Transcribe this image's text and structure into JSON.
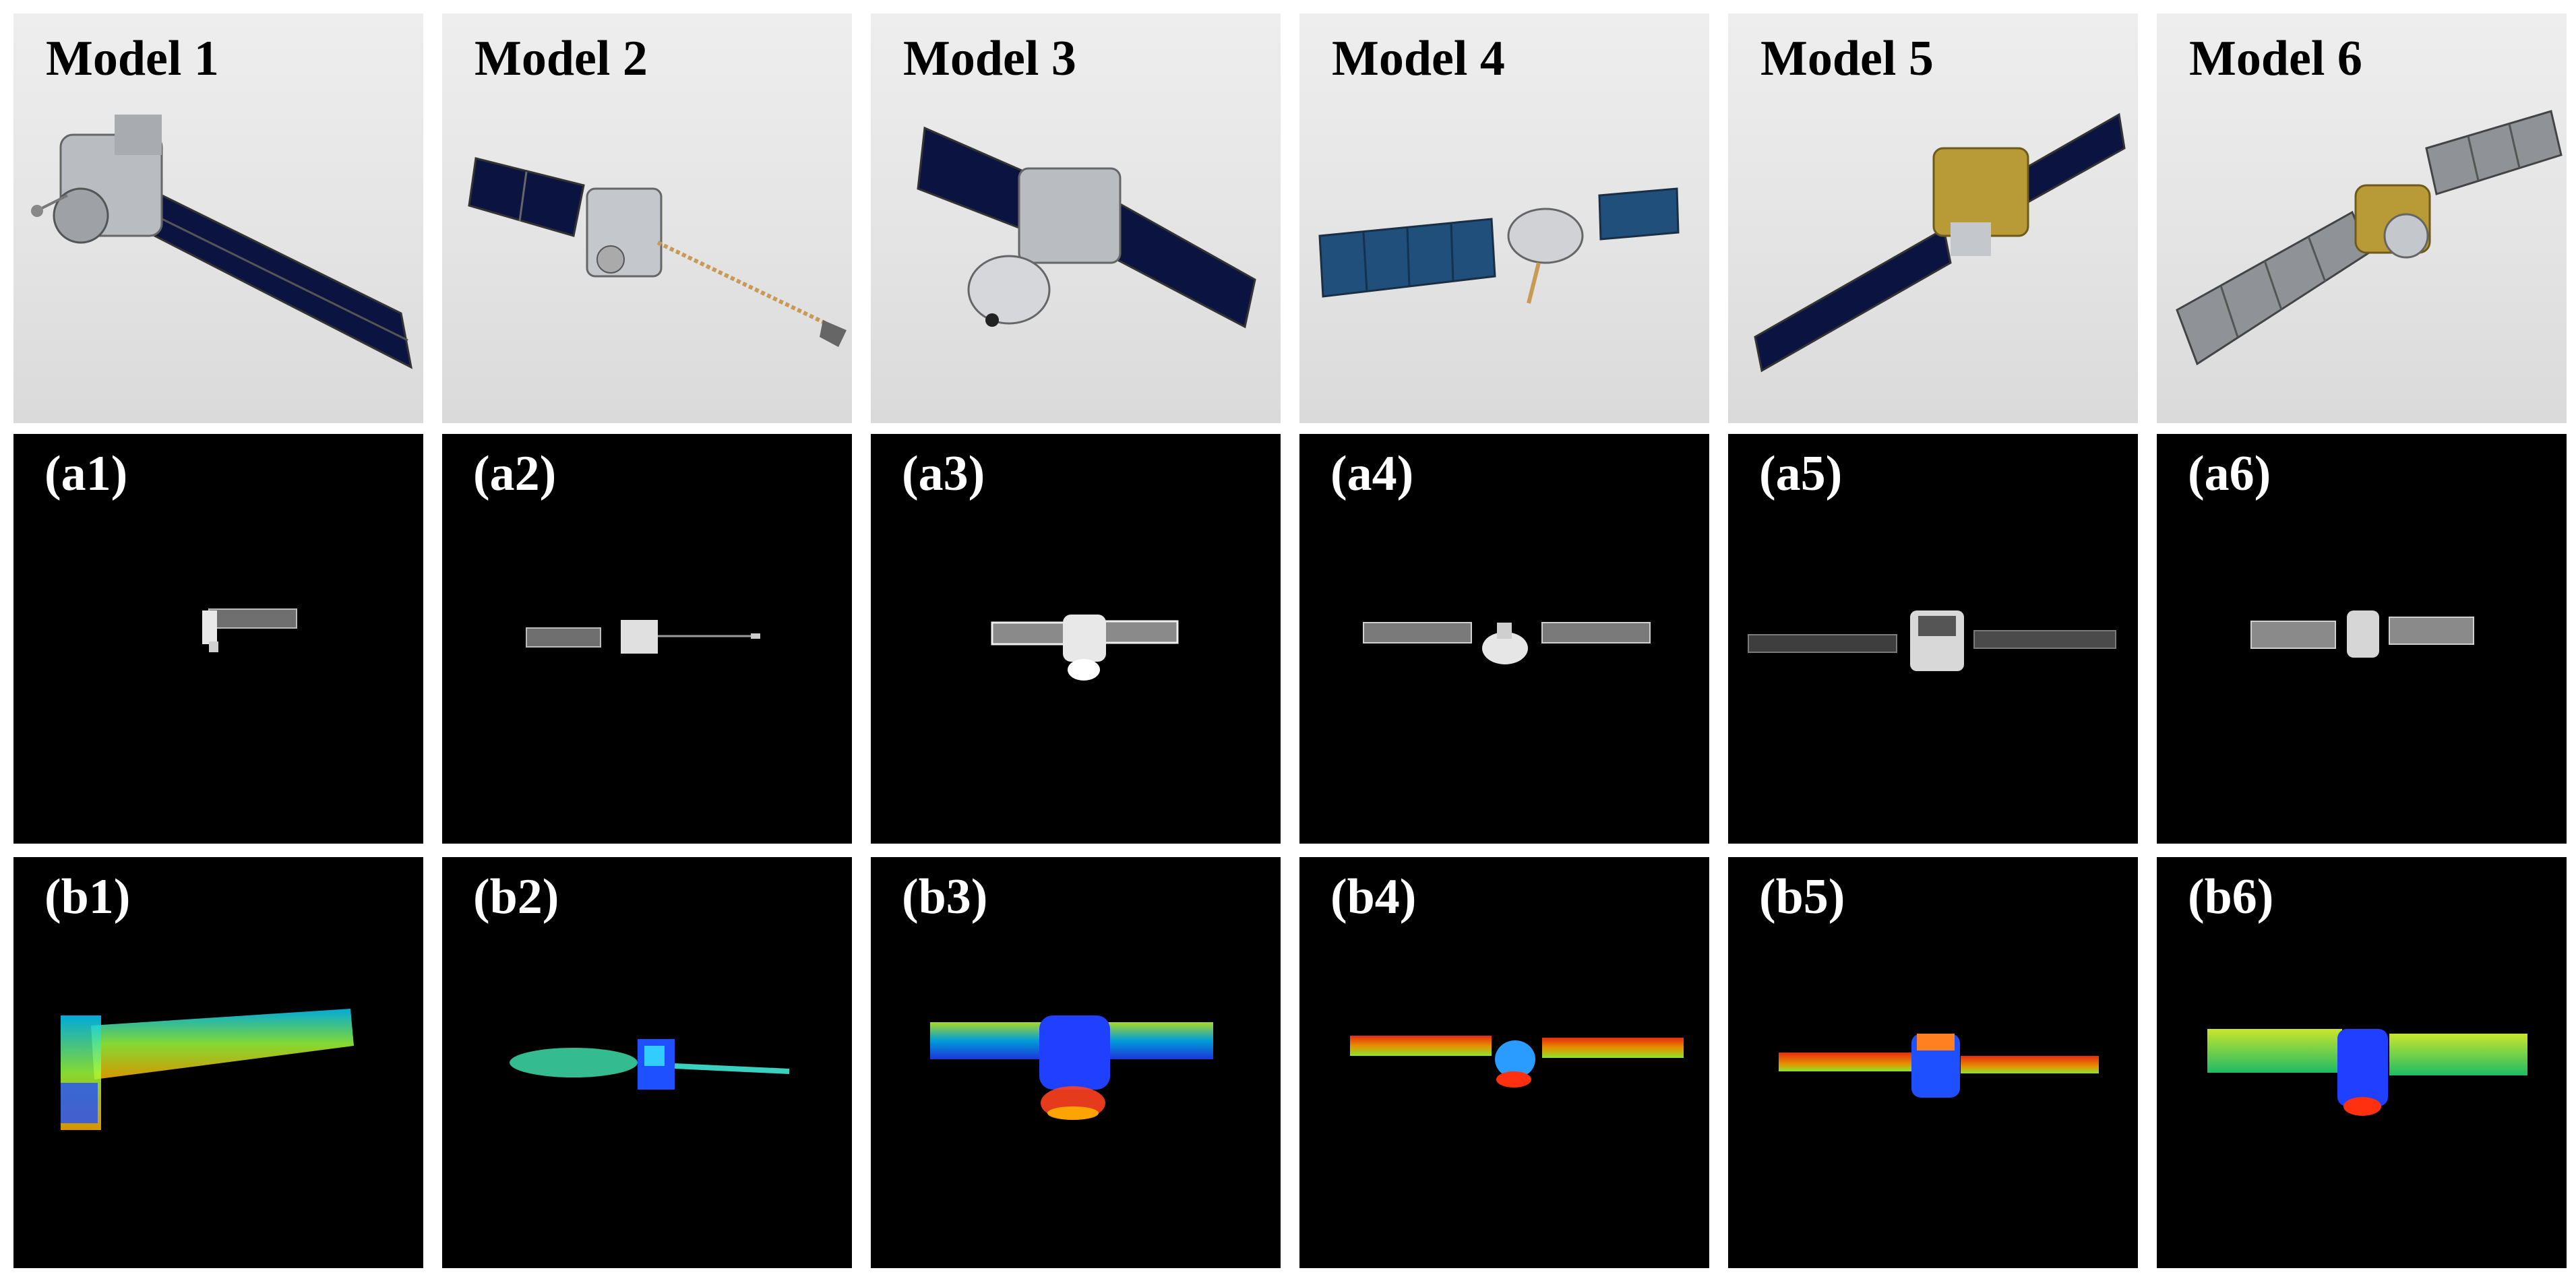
{
  "models": [
    {
      "label": "Model 1"
    },
    {
      "label": "Model 2"
    },
    {
      "label": "Model 3"
    },
    {
      "label": "Model 4"
    },
    {
      "label": "Model 5"
    },
    {
      "label": "Model 6"
    }
  ],
  "renders": [
    {
      "label": "(a1)"
    },
    {
      "label": "(a2)"
    },
    {
      "label": "(a3)"
    },
    {
      "label": "(a4)"
    },
    {
      "label": "(a5)"
    },
    {
      "label": "(a6)"
    }
  ],
  "point_clouds": [
    {
      "label": "(b1)"
    },
    {
      "label": "(b2)"
    },
    {
      "label": "(b3)"
    },
    {
      "label": "(b4)"
    },
    {
      "label": "(b5)"
    },
    {
      "label": "(b6)"
    }
  ],
  "colors": {
    "solar_panel_dark": "#0b1440",
    "solar_panel_blue": "#1f4f7a",
    "solar_panel_gray": "#8f9398",
    "body_silver": "#b9bcc0",
    "body_gold": "#b89a36",
    "render_white": "#e8e8e8"
  }
}
